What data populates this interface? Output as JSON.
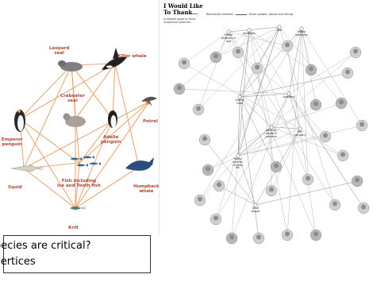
{
  "food_web": {
    "title": "Antarctic food web",
    "nodes": [
      {
        "id": "leopard-seal",
        "label": "Leopard\nseal"
      },
      {
        "id": "killer-whale",
        "label": "Killer whale"
      },
      {
        "id": "emperor-penguin",
        "label": "Emperor\npenguin"
      },
      {
        "id": "crabeater-seal",
        "label": "Crabeater\nseal"
      },
      {
        "id": "adelie-penguin",
        "label": "Adelie\npenguin"
      },
      {
        "id": "petrel",
        "label": "Petrel"
      },
      {
        "id": "squid",
        "label": "Squid"
      },
      {
        "id": "fish",
        "label": "Fish including\nIce and Tooth fish"
      },
      {
        "id": "humpback-whale",
        "label": "Humpback\nwhale"
      },
      {
        "id": "krill",
        "label": "Krill"
      }
    ],
    "edges": [
      [
        "krill",
        "squid"
      ],
      [
        "krill",
        "fish"
      ],
      [
        "krill",
        "crabeater-seal"
      ],
      [
        "krill",
        "adelie-penguin"
      ],
      [
        "krill",
        "humpback-whale"
      ],
      [
        "krill",
        "petrel"
      ],
      [
        "krill",
        "emperor-penguin"
      ],
      [
        "squid",
        "emperor-penguin"
      ],
      [
        "squid",
        "leopard-seal"
      ],
      [
        "squid",
        "petrel"
      ],
      [
        "fish",
        "emperor-penguin"
      ],
      [
        "fish",
        "adelie-penguin"
      ],
      [
        "fish",
        "leopard-seal"
      ],
      [
        "fish",
        "petrel"
      ],
      [
        "fish",
        "squid"
      ],
      [
        "crabeater-seal",
        "killer-whale"
      ],
      [
        "adelie-penguin",
        "leopard-seal"
      ],
      [
        "adelie-penguin",
        "killer-whale"
      ],
      [
        "emperor-penguin",
        "leopard-seal"
      ],
      [
        "emperor-penguin",
        "killer-whale"
      ],
      [
        "leopard-seal",
        "killer-whale"
      ],
      [
        "humpback-whale",
        "killer-whale"
      ],
      [
        "crabeater-seal",
        "leopard-seal"
      ]
    ],
    "colors": {
      "edge": "#e8a06a",
      "label": "#b5412f"
    }
  },
  "network": {
    "title": "I Would Like To Thank…",
    "subtitle": "A network guide to Oscar acceptance speeches",
    "legend_left": "Recipients thanked",
    "legend_right": "those people, places and things",
    "nodes": [
      {
        "id": "god",
        "label": "God"
      },
      {
        "id": "ancestors",
        "label": "Ancestors"
      },
      {
        "id": "follow-believers",
        "label": "Follow\nbelievers in\nGod"
      },
      {
        "id": "follow-nominees",
        "label": "Follow\nnominees"
      },
      {
        "id": "cast-crew",
        "label": "Cast or\ncrew"
      },
      {
        "id": "academy",
        "label": "Academy"
      },
      {
        "id": "director",
        "label": "Director,\nstudio or\nproducer"
      },
      {
        "id": "family",
        "label": "Family:\nparents,\nchildren,\netc."
      },
      {
        "id": "film-company",
        "label": "Film\ncompany"
      },
      {
        "id": "dead-people",
        "label": "Dead\npeople"
      }
    ],
    "edges": [
      [
        "god",
        "cast-crew"
      ],
      [
        "god",
        "family"
      ],
      [
        "ancestors",
        "family"
      ],
      [
        "follow-believers",
        "god"
      ],
      [
        "follow-nominees",
        "cast-crew"
      ],
      [
        "cast-crew",
        "academy"
      ],
      [
        "cast-crew",
        "director"
      ],
      [
        "cast-crew",
        "family"
      ],
      [
        "academy",
        "director"
      ],
      [
        "academy",
        "film-company"
      ],
      [
        "director",
        "family"
      ],
      [
        "director",
        "film-company"
      ],
      [
        "family",
        "dead-people"
      ],
      [
        "film-company",
        "dead-people"
      ],
      [
        "follow-nominees",
        "academy"
      ],
      [
        "ancestors",
        "cast-crew"
      ]
    ],
    "colors": {
      "edge": "#8a8a8a",
      "photo": "#c9c9c9",
      "label": "#222222"
    }
  },
  "caption": {
    "line1": "pecies are critical?",
    "line2": "vertices"
  }
}
